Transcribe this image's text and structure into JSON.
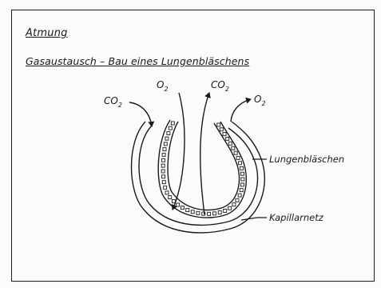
{
  "header": {
    "title": "Atmung",
    "subtitle": "Gasaustausch – Bau eines Lungenbläschens"
  },
  "diagram": {
    "gas_labels": [
      "CO2",
      "O2",
      "CO2",
      "O2"
    ],
    "callouts": {
      "alveolus": "Lungenbläschen",
      "capillaries": "Kapillarnetz"
    }
  },
  "colors": {
    "ink": "#1a1a1a",
    "paper": "#fbfbfa"
  }
}
